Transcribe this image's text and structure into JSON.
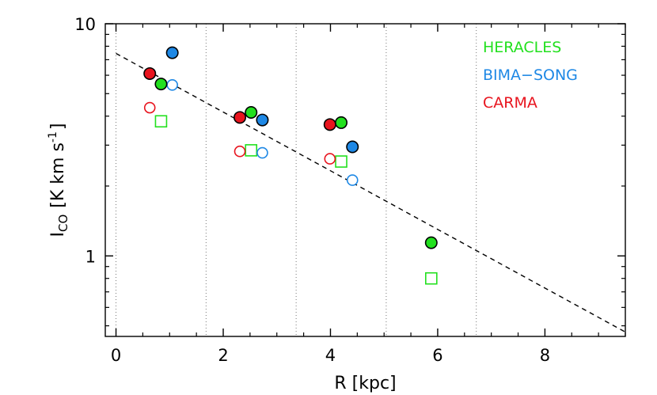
{
  "chart_data": {
    "type": "scatter",
    "xlabel": "R [kpc]",
    "ylabel": {
      "main": "I",
      "sub": "CO",
      "units_pre": "[K km s",
      "units_sup": "-1",
      "units_post": "]"
    },
    "xlim": [
      -0.2,
      9.5
    ],
    "ylim": [
      0.45,
      10
    ],
    "y_scale": "log",
    "x_ticks": [
      0,
      2,
      4,
      6,
      8
    ],
    "x_tick_labels": [
      "0",
      "2",
      "4",
      "6",
      "8"
    ],
    "y_ticks": [
      1,
      10
    ],
    "y_tick_labels": [
      "1",
      "10"
    ],
    "vertical_dotted_lines_x": [
      0,
      1.68,
      3.36,
      5.04,
      6.72
    ],
    "fit_line": {
      "style": "dashed",
      "color": "#000000",
      "x": [
        0,
        9.5
      ],
      "y": [
        7.45,
        0.47
      ]
    },
    "legend": {
      "placement": "top-right",
      "entries": [
        {
          "label": "HERACLES",
          "color": "#22e01e"
        },
        {
          "label": "BIMA−SONG",
          "color": "#1e88e5"
        },
        {
          "label": "CARMA",
          "color": "#e8141e"
        }
      ]
    },
    "series": [
      {
        "name": "HERACLES",
        "color": "#22e01e",
        "filled_circle": {
          "x": [
            0.84,
            2.52,
            4.2,
            5.88
          ],
          "y": [
            5.5,
            4.15,
            3.75,
            1.14
          ]
        },
        "open_square": {
          "x": [
            0.84,
            2.52,
            4.2,
            5.88
          ],
          "y": [
            3.8,
            2.85,
            2.55,
            0.8
          ]
        }
      },
      {
        "name": "BIMA−SONG",
        "color": "#1e88e5",
        "filled_circle": {
          "x": [
            1.05,
            2.73,
            4.41
          ],
          "y": [
            7.5,
            3.85,
            2.95
          ]
        },
        "open_circle": {
          "x": [
            1.05,
            2.73,
            4.41
          ],
          "y": [
            5.45,
            2.78,
            2.12
          ]
        }
      },
      {
        "name": "CARMA",
        "color": "#e8141e",
        "filled_circle": {
          "x": [
            0.63,
            2.31,
            3.99
          ],
          "y": [
            6.1,
            3.95,
            3.68
          ]
        },
        "open_circle": {
          "x": [
            0.63,
            2.31,
            3.99
          ],
          "y": [
            4.35,
            2.82,
            2.62
          ]
        }
      }
    ]
  }
}
